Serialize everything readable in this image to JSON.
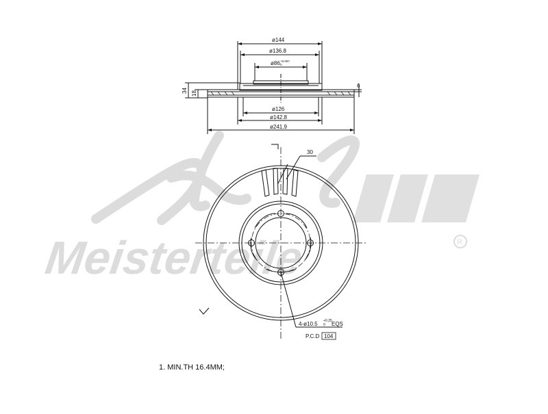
{
  "watermark": {
    "brand_text": "Meisterteile",
    "registered_mark": "R",
    "color": "#d9d9d9"
  },
  "drawing": {
    "line_color": "#111111",
    "side_view": {
      "dimensions": {
        "d_top": "ø144",
        "d_mid": "ø136.8",
        "d_bore": "ø86",
        "d_bore_tol_upper": "+0.087",
        "d_bore_tol_lower": "0",
        "thickness_total": "34",
        "thickness_disc": "18",
        "hat_step": "6",
        "d_bottom_inner": "ø126",
        "d_bottom_mid": "ø142.8",
        "d_outer": "ø241.9"
      }
    },
    "front_view": {
      "vane_angle": "30",
      "hole_label_prefix": "4-ø10.5",
      "hole_tol_upper": "+0.25",
      "hole_tol_lower": "0",
      "hole_label_suffix": "EQS",
      "pcd_label": "P.C.D",
      "pcd_value": "104"
    }
  },
  "note": {
    "text": "1. MIN.TH 16.4MM;"
  }
}
